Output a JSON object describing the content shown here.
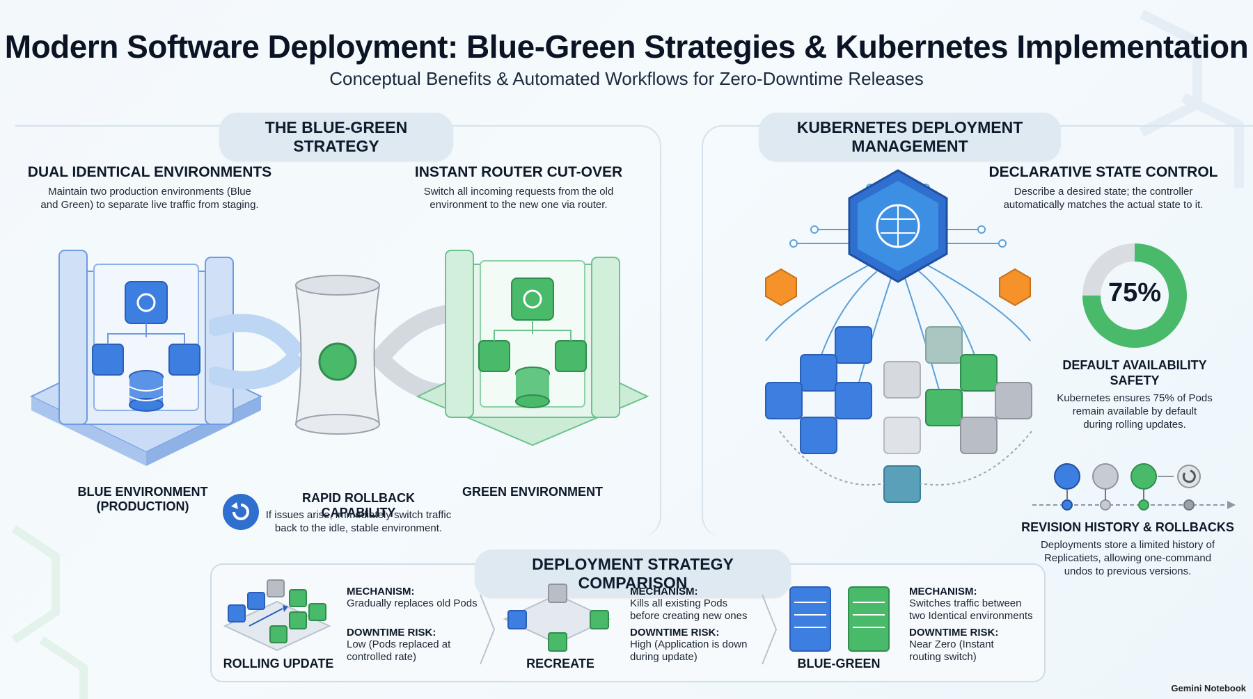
{
  "header": {
    "title": "Modern Software Deployment: Blue-Green Strategies & Kubernetes Implementation",
    "subtitle": "Conceptual Benefits & Automated Workflows for Zero-Downtime Releases"
  },
  "blue_green": {
    "section_title": "THE BLUE-GREEN STRATEGY",
    "dual": {
      "heading": "DUAL IDENTICAL ENVIRONMENTS",
      "line1": "Maintain two production environments (Blue",
      "line2": "and Green) to separate live traffic from staging."
    },
    "router": {
      "heading": "INSTANT ROUTER CUT-OVER",
      "line1": "Switch all incoming requests from the old",
      "line2": "environment to the new one via router."
    },
    "blue_label_1": "BLUE ENVIRONMENT",
    "blue_label_2": "(PRODUCTION)",
    "green_label": "GREEN ENVIRONMENT",
    "rollback": {
      "heading": "RAPID ROLLBACK CAPABILITY",
      "line1": "If issues arise, immediately switch traffic",
      "line2": "back to the idle, stable environment."
    }
  },
  "k8s": {
    "section_title": "KUBERNETES DEPLOYMENT MANAGEMENT",
    "declarative": {
      "heading": "DECLARATIVE STATE CONTROL",
      "line1": "Describe a desired state; the controller",
      "line2": "automatically matches the actual state to it."
    },
    "availability": {
      "value_label": "75%",
      "value_fraction": 0.75,
      "heading1": "DEFAULT AVAILABILITY",
      "heading2": "SAFETY",
      "line1": "Kubernetes ensures 75% of Pods",
      "line2": "remain available by default",
      "line3": "during rolling updates."
    },
    "revision": {
      "heading": "REVISION HISTORY & ROLLBACKS",
      "line1": "Deployments store a limited history of",
      "line2": "Replicatiets, allowing one-command",
      "line3": "undos to previous versions."
    }
  },
  "comparison": {
    "section_title": "DEPLOYMENT STRATEGY COMPARISON",
    "mechanism_label": "MECHANISM:",
    "risk_label": "DOWNTIME RISK:",
    "strategies": [
      {
        "name": "ROLLING UPDATE",
        "mech1": "Gradually replaces old Pods",
        "mech2": "",
        "risk1": "Low (Pods replaced at",
        "risk2": "controlled rate)"
      },
      {
        "name": "RECREATE",
        "mech1": "Kills all existing Pods",
        "mech2": "before creating new ones",
        "risk1": "High (Application is down",
        "risk2": "during update)"
      },
      {
        "name": "BLUE-GREEN",
        "mech1": "Switches traffic between",
        "mech2": "two Identical environments",
        "risk1": "Near Zero (Instant",
        "risk2": "routing switch)"
      }
    ]
  },
  "brand": "Gemini Notebook",
  "colors": {
    "blue": "#3d7fe0",
    "green": "#49b96a",
    "orange": "#f5922a",
    "grey": "#b9bec6",
    "frame": "#d6e2ec"
  }
}
